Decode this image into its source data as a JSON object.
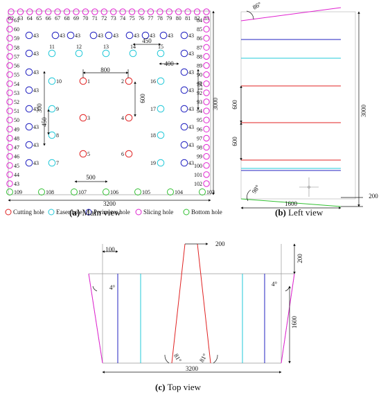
{
  "main_view": {
    "top_row": [
      "62",
      "63",
      "64",
      "65",
      "66",
      "67",
      "68",
      "69",
      "70",
      "71",
      "72",
      "73",
      "74",
      "75",
      "76",
      "77",
      "78",
      "79",
      "80",
      "81",
      "82",
      "83"
    ],
    "left_column": [
      "61",
      "60",
      "59",
      "58",
      "57",
      "56",
      "55",
      "54",
      "53",
      "52",
      "51",
      "50",
      "49",
      "48",
      "47",
      "46",
      "45",
      "44",
      "43"
    ],
    "right_column": [
      "84",
      "85",
      "86",
      "87",
      "88",
      "89",
      "90",
      "91",
      "92",
      "93",
      "94",
      "95",
      "96",
      "97",
      "98",
      "99",
      "100",
      "101",
      "102"
    ],
    "corner_bottom_right": "103",
    "bottom_row": [
      "109",
      "108",
      "107",
      "106",
      "105",
      "104"
    ],
    "perimeter_label": "43",
    "cutting_holes": [
      "1",
      "2",
      "3",
      "4",
      "5",
      "6"
    ],
    "easer_holes": [
      "7",
      "8",
      "9",
      "10",
      "11",
      "12",
      "13",
      "14",
      "15",
      "16",
      "17",
      "18",
      "19"
    ],
    "dimensions": {
      "d800": "800",
      "d450_top": "450",
      "d400": "400",
      "d150": "150",
      "d600": "600",
      "d300": "300",
      "d450_left": "450",
      "d500": "500",
      "d3000": "3000",
      "d3200": "3200"
    },
    "legend": [
      {
        "label": "Cutting hole",
        "color": "#e02020"
      },
      {
        "label": "Easer hole",
        "color": "#20c8d8"
      },
      {
        "label": "Perimeter hole",
        "color": "#2020c0"
      },
      {
        "label": "Slicing hole",
        "color": "#e020d0"
      },
      {
        "label": "Bottom hole",
        "color": "#30c030"
      }
    ],
    "caption_letter": "(a)",
    "caption_text": "Main view"
  },
  "left_view": {
    "angle_top": "86°",
    "angle_bottom": "98°",
    "dim_600_a": "600",
    "dim_600_b": "600",
    "dim_3000": "3000",
    "dim_1600": "1600",
    "dim_200": "200",
    "caption_letter": "(b)",
    "caption_text": "Left view"
  },
  "top_view": {
    "dim_200_top": "200",
    "dim_100": "100",
    "dim_200_right": "200",
    "angle_left": "4°",
    "angle_right": "4°",
    "dim_1600": "1600",
    "angle_81_left": "81°",
    "angle_81_right": "81°",
    "dim_3200": "3200",
    "caption_letter": "(c)",
    "caption_text": "Top view"
  },
  "colors": {
    "cutting": "#e02020",
    "easer": "#20c8d8",
    "perimeter": "#2020c0",
    "slicing": "#e020d0",
    "bottom": "#30c030",
    "line": "#333333"
  }
}
